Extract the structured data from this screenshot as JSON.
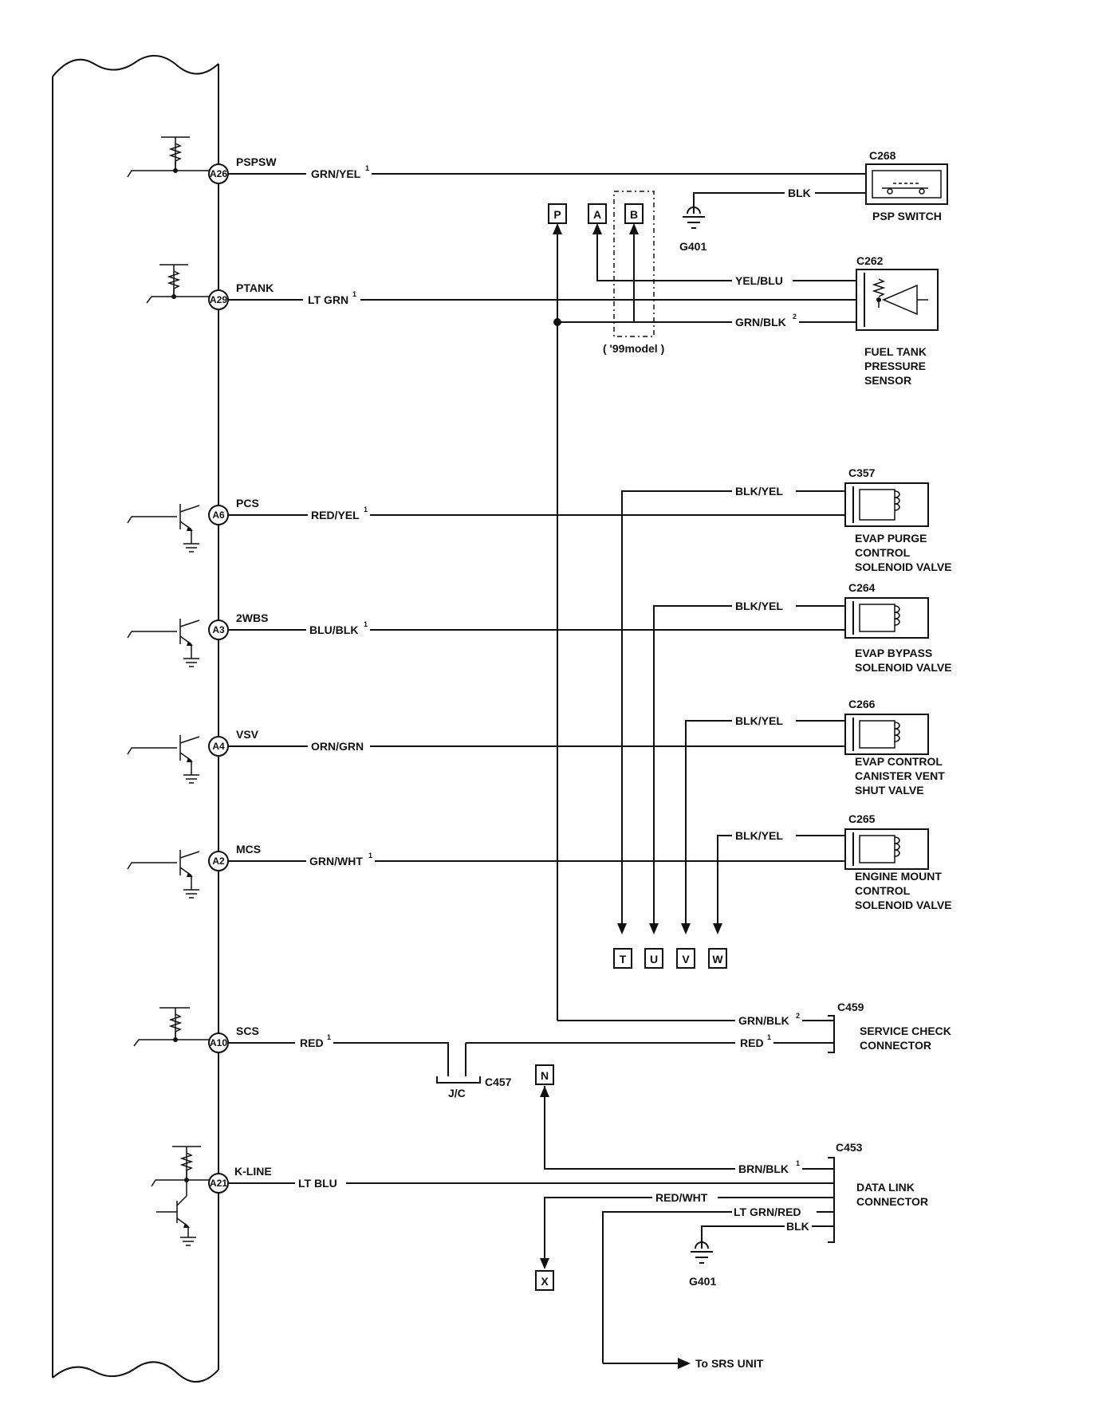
{
  "ecm_pins": [
    {
      "id": "A26",
      "signal": "PSPSW",
      "wire": "GRN/YEL",
      "note": "1"
    },
    {
      "id": "A29",
      "signal": "PTANK",
      "wire": "LT GRN",
      "note": "1"
    },
    {
      "id": "A6",
      "signal": "PCS",
      "wire": "RED/YEL",
      "note": "1"
    },
    {
      "id": "A3",
      "signal": "2WBS",
      "wire": "BLU/BLK",
      "note": "1"
    },
    {
      "id": "A4",
      "signal": "VSV",
      "wire": "ORN/GRN",
      "note": ""
    },
    {
      "id": "A2",
      "signal": "MCS",
      "wire": "GRN/WHT",
      "note": "1"
    },
    {
      "id": "A10",
      "signal": "SCS",
      "wire": "RED",
      "note": "1"
    },
    {
      "id": "A21",
      "signal": "K-LINE",
      "wire": "LT BLU",
      "note": ""
    }
  ],
  "psp_switch": {
    "connector": "C268",
    "ground_wire": "BLK",
    "ground": "G401",
    "name": "PSP SWITCH"
  },
  "fuel_tank_sensor": {
    "connector": "C262",
    "wire_top": "YEL/BLU",
    "wire_bottom": "GRN/BLK",
    "wire_bottom_note": "2",
    "name_lines": [
      "FUEL TANK",
      "PRESSURE",
      "SENSOR"
    ],
    "model_note": "( '99model )"
  },
  "top_refs": [
    "P",
    "A",
    "B"
  ],
  "valves": [
    {
      "connector": "C357",
      "wire": "BLK/YEL",
      "name_lines": [
        "EVAP PURGE",
        "CONTROL",
        "SOLENOID VALVE"
      ]
    },
    {
      "connector": "C264",
      "wire": "BLK/YEL",
      "name_lines": [
        "EVAP BYPASS",
        "SOLENOID VALVE"
      ]
    },
    {
      "connector": "C266",
      "wire": "BLK/YEL",
      "name_lines": [
        "EVAP CONTROL",
        "CANISTER VENT",
        "SHUT VALVE"
      ]
    },
    {
      "connector": "C265",
      "wire": "BLK/YEL",
      "name_lines": [
        "ENGINE MOUNT",
        "CONTROL",
        "SOLENOID VALVE"
      ]
    }
  ],
  "bottom_refs": [
    "T",
    "U",
    "V",
    "W"
  ],
  "service_check": {
    "connector": "C459",
    "wire_top": "GRN/BLK",
    "wire_top_note": "2",
    "wire_bottom": "RED",
    "wire_bottom_note": "1",
    "name_lines": [
      "SERVICE CHECK",
      "CONNECTOR"
    ]
  },
  "junction": {
    "label": "J/C",
    "connector": "C457"
  },
  "ref_n": "N",
  "ref_x": "X",
  "data_link": {
    "connector": "C453",
    "wires": [
      "BRN/BLK",
      "RED/WHT",
      "LT GRN/RED",
      "BLK"
    ],
    "brn_note": "1",
    "ground": "G401",
    "name_lines": [
      "DATA LINK",
      "CONNECTOR"
    ],
    "srs_label": "To SRS UNIT"
  }
}
